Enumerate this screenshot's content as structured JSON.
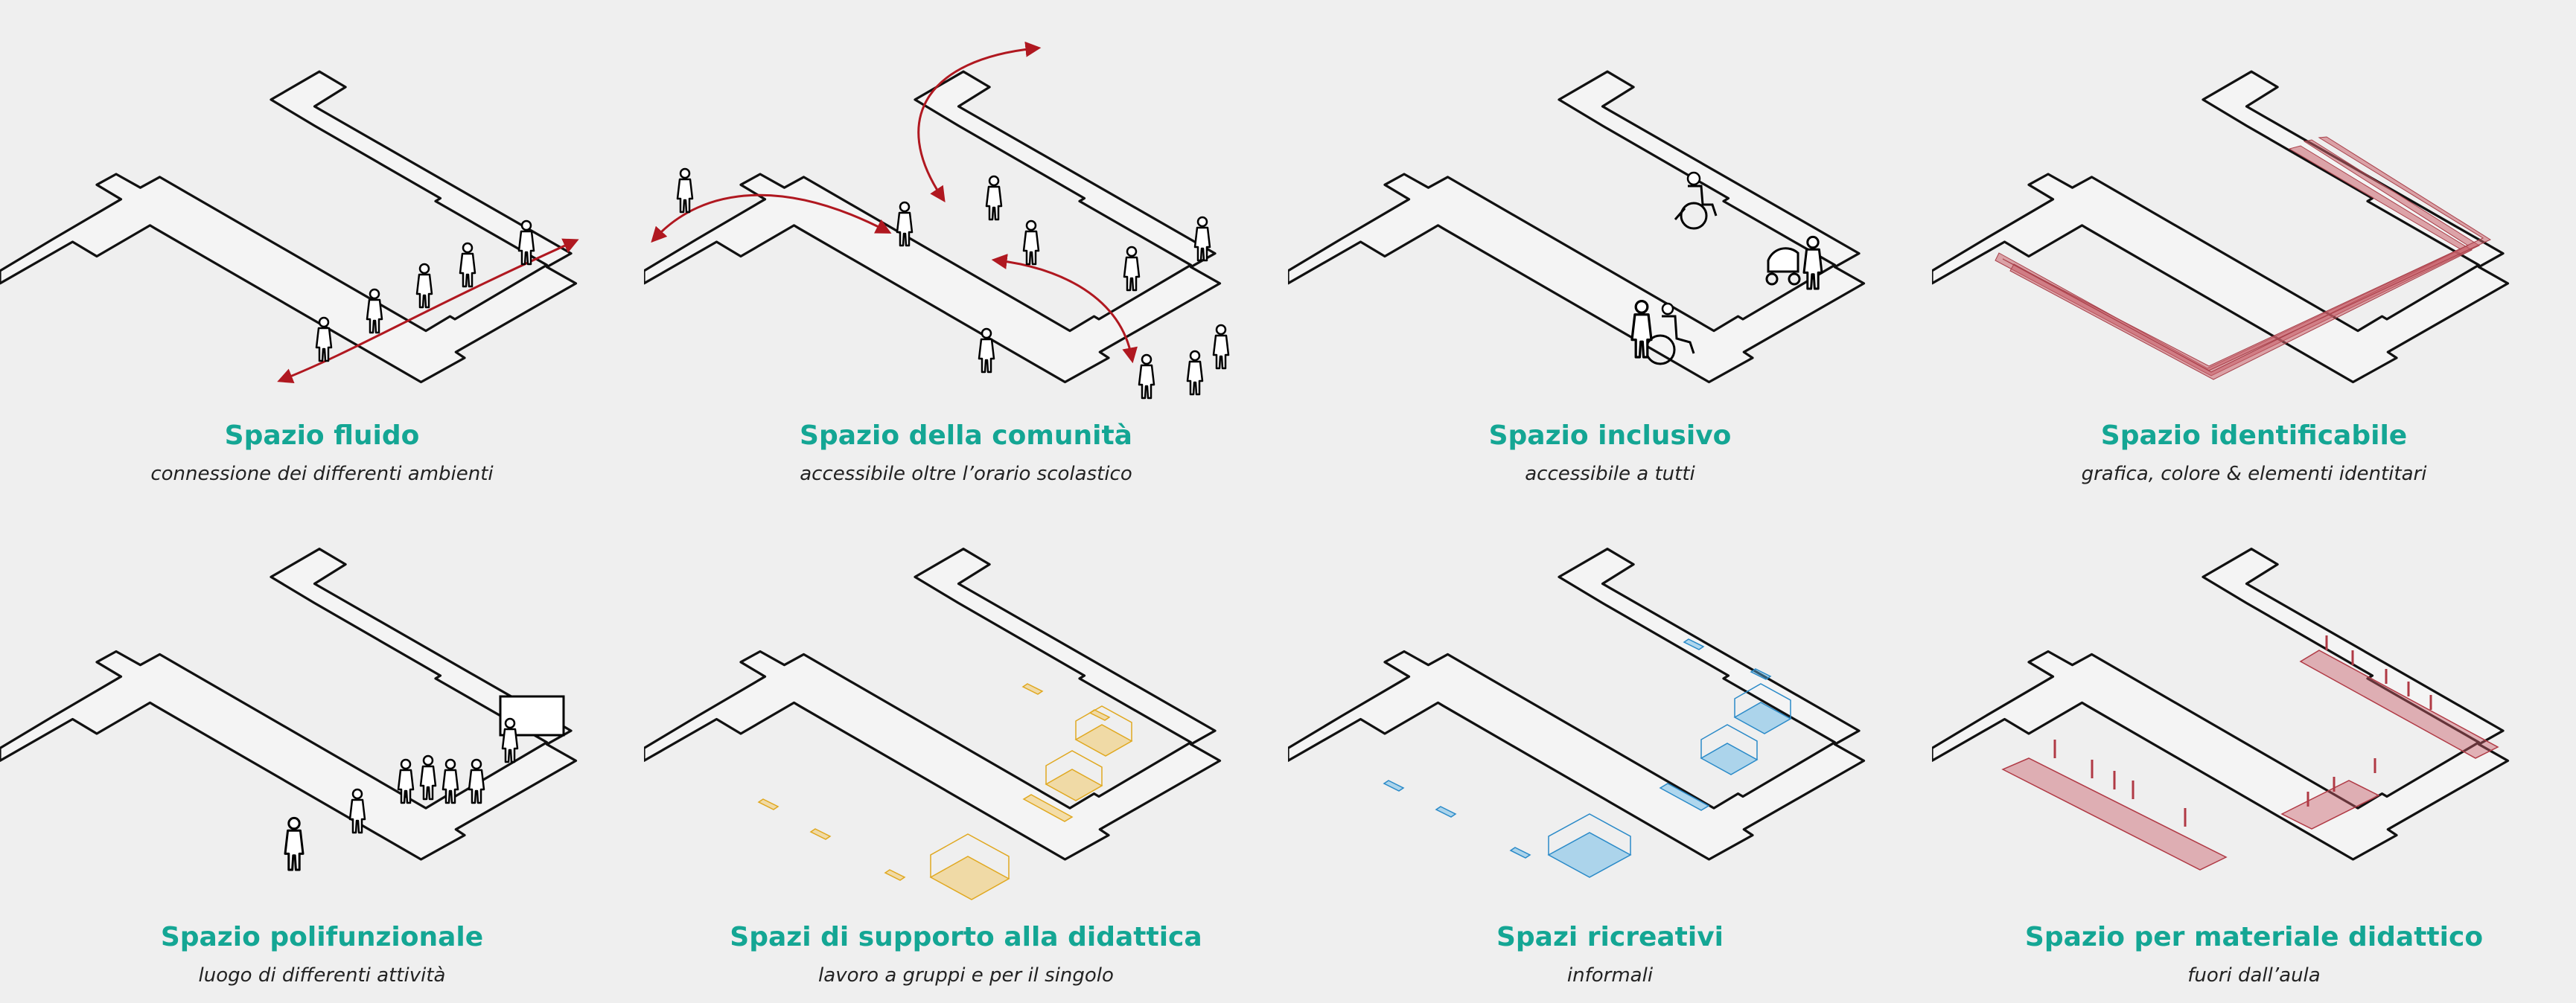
{
  "panels": [
    {
      "title": "Spazio fluido",
      "subtitle": "connessione dei differenti ambienti"
    },
    {
      "title": "Spazio della comunità",
      "subtitle": "accessibile oltre l’orario scolastico"
    },
    {
      "title": "Spazio inclusivo",
      "subtitle": "accessibile a tutti"
    },
    {
      "title": "Spazio identificabile",
      "subtitle": "grafica, colore & elementi identitari"
    },
    {
      "title": "Spazio polifunzionale",
      "subtitle": "luogo di differenti attività"
    },
    {
      "title": "Spazi di supporto alla didattica",
      "subtitle": "lavoro a gruppi e per il singolo"
    },
    {
      "title": "Spazi ricreativi",
      "subtitle": "informali"
    },
    {
      "title": "Spazio per materiale didattico",
      "subtitle": "fuori dall’aula"
    }
  ],
  "colors": {
    "title": "#14a694",
    "arrow": "#b01820",
    "identity": "#c9606a",
    "support": "#f2c14e",
    "recreation": "#5ab4e6"
  }
}
